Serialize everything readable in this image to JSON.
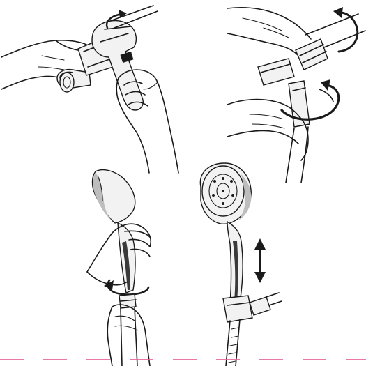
{
  "illustration": {
    "steps": [
      {
        "id": "loosen-nut-with-wrench",
        "icon": "counterclockwise-arrow-icon"
      },
      {
        "id": "twist-off-connector",
        "icon": "rotation-arrows-icon"
      },
      {
        "id": "unscrew-handheld-head",
        "icon": "counterclockwise-arrow-icon"
      },
      {
        "id": "slide-handheld-in-holder",
        "icon": "up-down-arrow-icon"
      }
    ],
    "cut_line": {
      "color": "#e8669a",
      "style": "dashed"
    }
  }
}
